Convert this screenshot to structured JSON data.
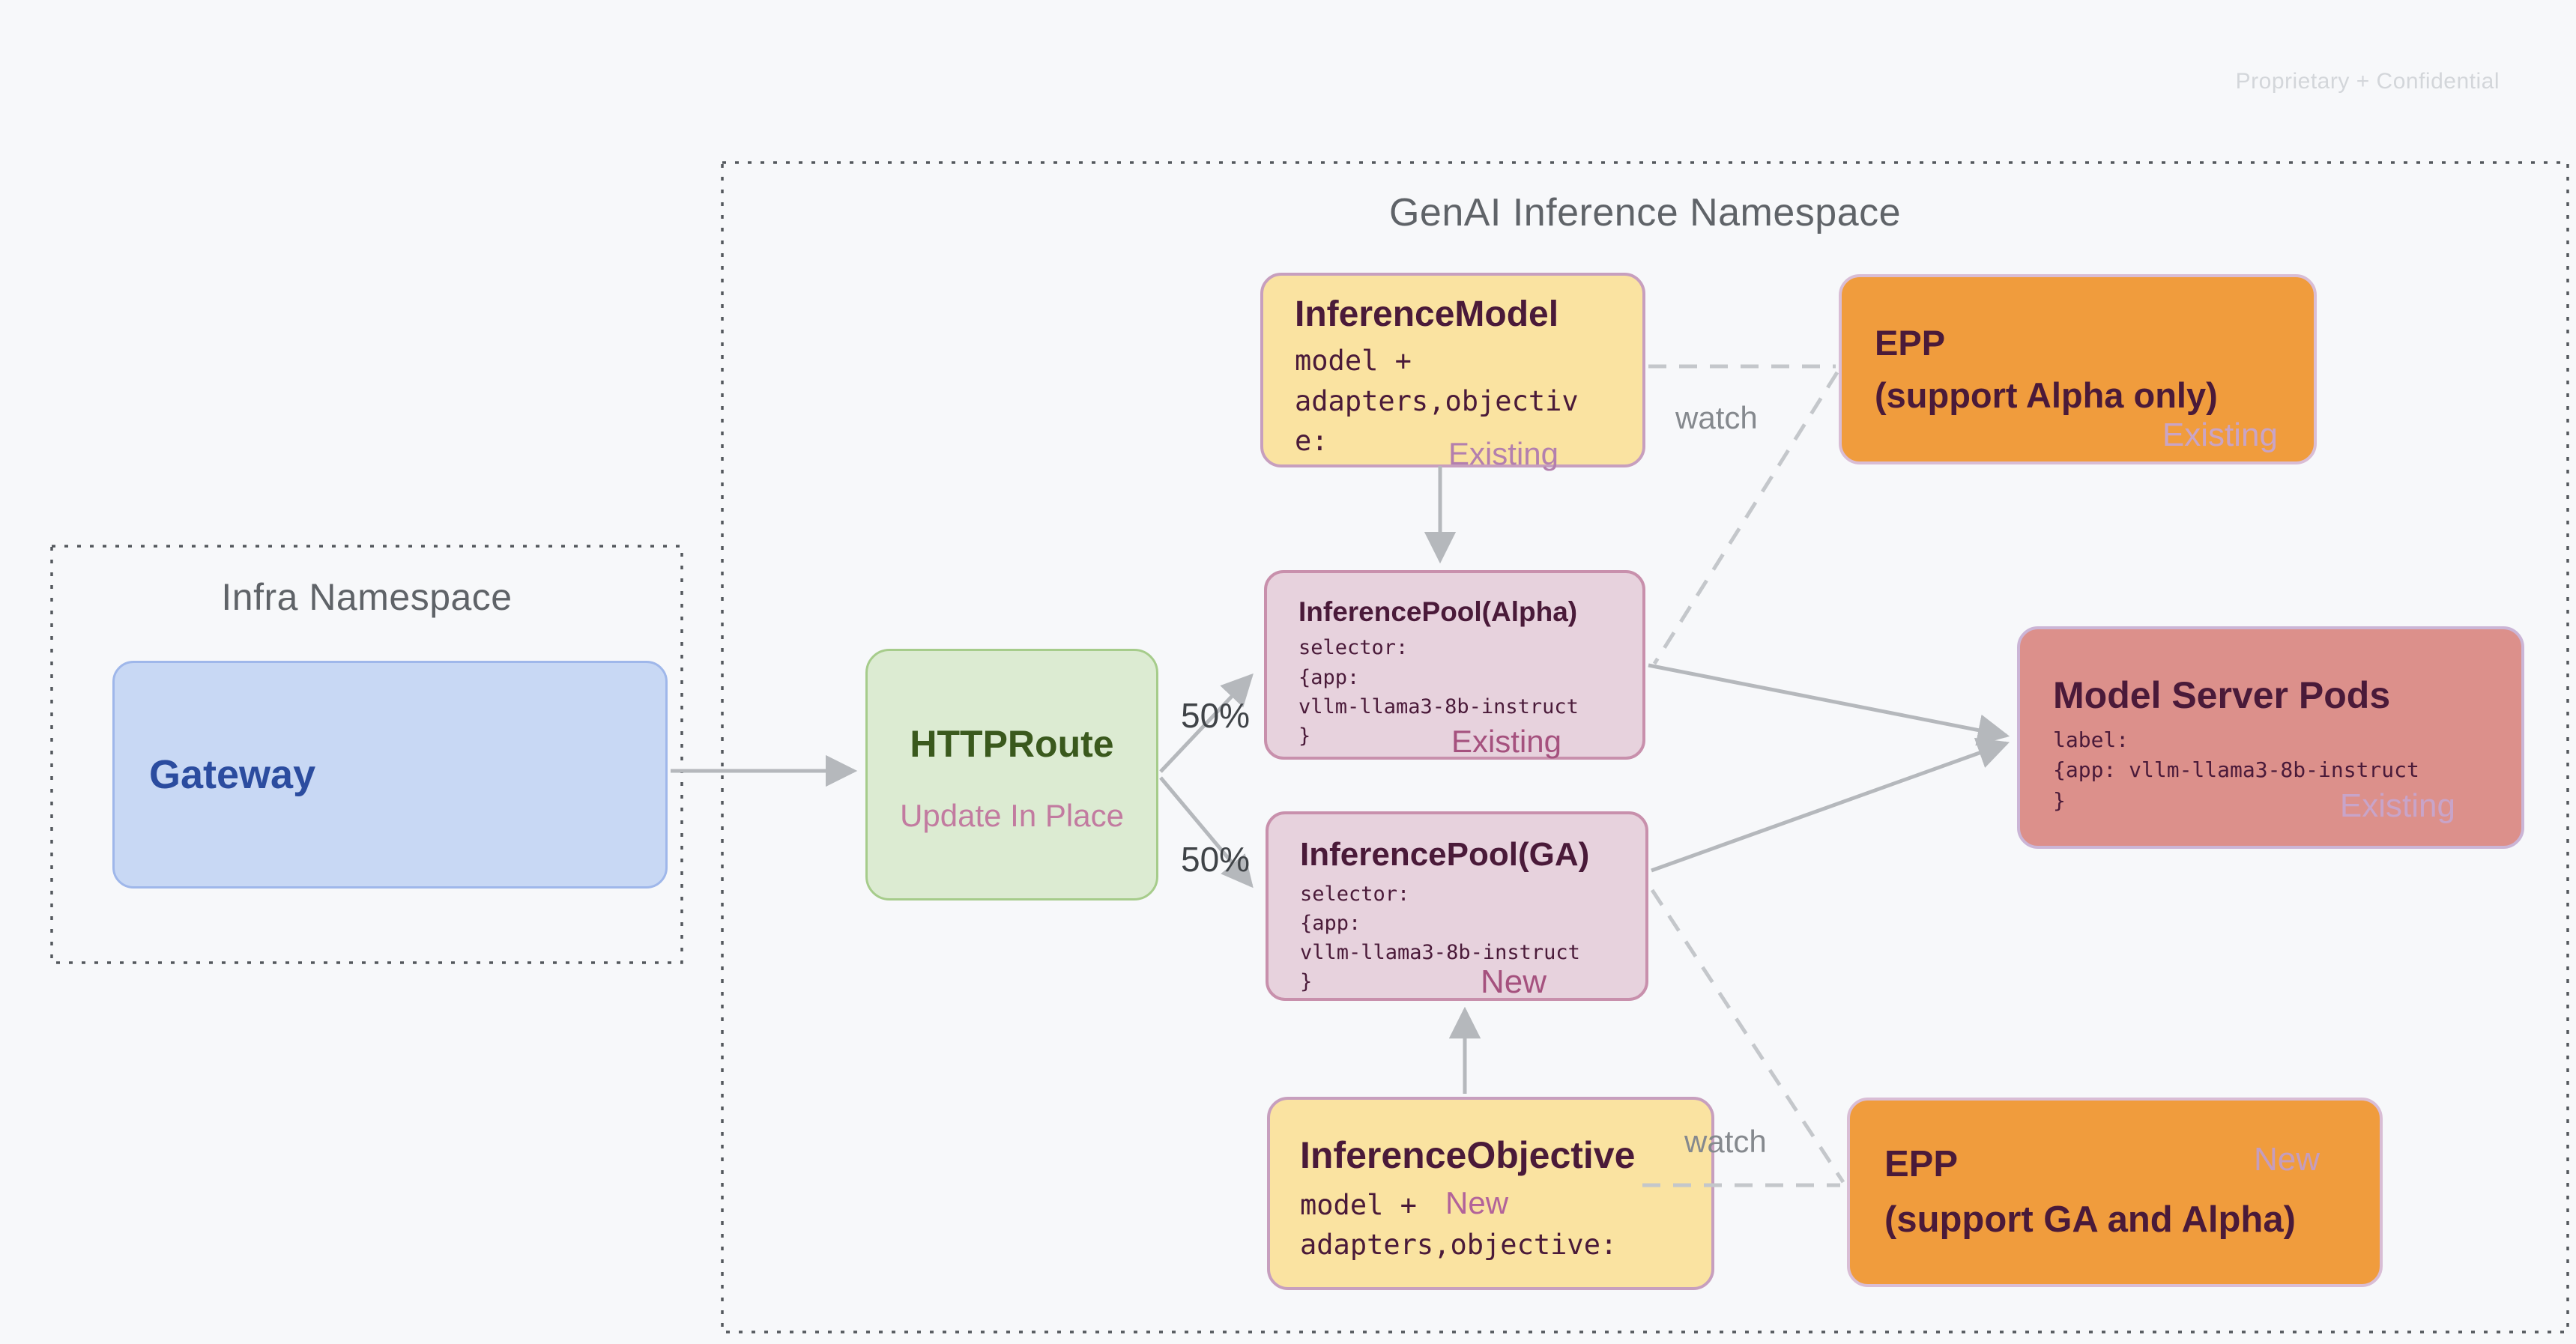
{
  "page": {
    "watermark": "Proprietary + Confidential"
  },
  "namespaces": {
    "genai": {
      "title": "GenAI Inference Namespace"
    },
    "infra": {
      "title": "Infra Namespace"
    }
  },
  "nodes": {
    "gateway": {
      "title": "Gateway"
    },
    "httproute": {
      "title": "HTTPRoute",
      "status": "Update In Place"
    },
    "inference_model": {
      "title": "InferenceModel",
      "body": "model +\nadapters,objectiv\ne:",
      "status": "Existing"
    },
    "epp_alpha": {
      "title": "EPP\n(support Alpha only)",
      "status": "Existing"
    },
    "pool_alpha": {
      "title": "InferencePool(Alpha)",
      "body": "selector:\n{app:\nvllm-llama3-8b-instruct\n}",
      "status": "Existing"
    },
    "pool_ga": {
      "title": "InferencePool(GA)",
      "body": "selector:\n{app:\nvllm-llama3-8b-instruct\n}",
      "status": "New"
    },
    "model_server_pods": {
      "title": "Model Server Pods",
      "body": "label:\n{app: vllm-llama3-8b-instruct\n}",
      "status": "Existing"
    },
    "inference_objective": {
      "title": "InferenceObjective",
      "body": "model +\nadapters,objective:",
      "status": "New"
    },
    "epp_ga": {
      "title": "EPP\n(support GA and Alpha)",
      "status": "New"
    }
  },
  "edges": {
    "watch_top": "watch",
    "watch_bottom": "watch",
    "split_alpha": "50%",
    "split_ga": "50%"
  },
  "colors": {
    "page_bg": "#f7f8fa",
    "yellow_fill": "#fae3a1",
    "yellow_border": "#c79fbe",
    "orange_fill": "#f09c3d",
    "orange_border": "#d9bdd5",
    "pool_fill": "#e7d2dd",
    "pool_border": "#c890ac",
    "salmon_fill": "#dc908b",
    "salmon_border": "#cbb5d6",
    "green_fill": "#dcebd2",
    "green_border": "#a6cc8b",
    "blue_fill": "#c8d8f4",
    "blue_border": "#9fb7ea",
    "maroon_text": "#4a1a39",
    "green_text": "#3a591d",
    "blue_text": "#2b4c9f",
    "mauve_text": "#c27ba0",
    "namespace_text": "#5f6368",
    "arrow": "#b5b8bc",
    "dashed": "#c4c7cb"
  }
}
